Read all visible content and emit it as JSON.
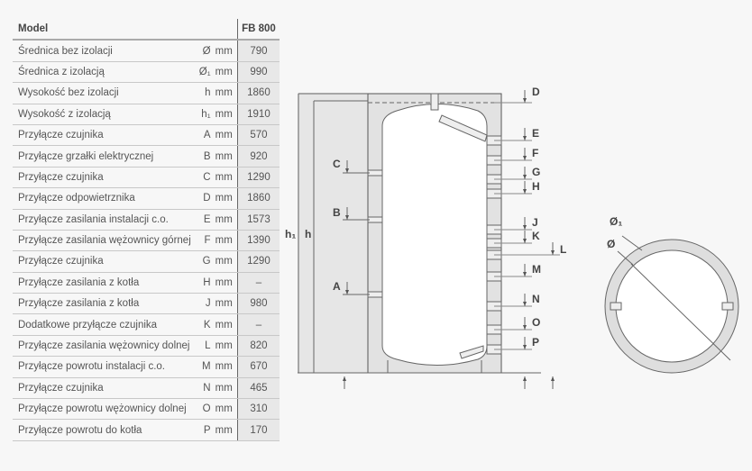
{
  "table": {
    "header": {
      "label": "Model",
      "value": "FB 800"
    },
    "rows": [
      {
        "label": "Średnica bez izolacji",
        "symbol": "Ø",
        "unit": "mm",
        "value": "790"
      },
      {
        "label": "Średnica z izolacją",
        "symbol": "Ø₁",
        "unit": "mm",
        "value": "990"
      },
      {
        "label": "Wysokość bez izolacji",
        "symbol": "h",
        "unit": "mm",
        "value": "1860"
      },
      {
        "label": "Wysokość z izolacją",
        "symbol": "h₁",
        "unit": "mm",
        "value": "1910"
      },
      {
        "label": "Przyłącze czujnika",
        "symbol": "A",
        "unit": "mm",
        "value": "570"
      },
      {
        "label": "Przyłącze grzałki elektrycznej",
        "symbol": "B",
        "unit": "mm",
        "value": "920"
      },
      {
        "label": "Przyłącze czujnika",
        "symbol": "C",
        "unit": "mm",
        "value": "1290"
      },
      {
        "label": "Przyłącze odpowietrznika",
        "symbol": "D",
        "unit": "mm",
        "value": "1860"
      },
      {
        "label": "Przyłącze zasilania instalacji c.o.",
        "symbol": "E",
        "unit": "mm",
        "value": "1573"
      },
      {
        "label": "Przyłącze zasilania wężownicy górnej",
        "symbol": "F",
        "unit": "mm",
        "value": "1390"
      },
      {
        "label": "Przyłącze czujnika",
        "symbol": "G",
        "unit": "mm",
        "value": "1290"
      },
      {
        "label": "Przyłącze zasilania z kotła",
        "symbol": "H",
        "unit": "mm",
        "value": "–"
      },
      {
        "label": "Przyłącze zasilania z kotła",
        "symbol": "J",
        "unit": "mm",
        "value": "980"
      },
      {
        "label": "Dodatkowe przyłącze czujnika",
        "symbol": "K",
        "unit": "mm",
        "value": "–"
      },
      {
        "label": "Przyłącze zasilania wężownicy dolnej",
        "symbol": "L",
        "unit": "mm",
        "value": "820"
      },
      {
        "label": "Przyłącze powrotu instalacji c.o.",
        "symbol": "M",
        "unit": "mm",
        "value": "670"
      },
      {
        "label": "Przyłącze czujnika",
        "symbol": "N",
        "unit": "mm",
        "value": "465"
      },
      {
        "label": "Przyłącze powrotu wężownicy dolnej",
        "symbol": "O",
        "unit": "mm",
        "value": "310"
      },
      {
        "label": "Przyłącze powrotu do kotła",
        "symbol": "P",
        "unit": "mm",
        "value": "170"
      }
    ]
  },
  "diagram": {
    "left_labels": [
      "C",
      "B",
      "A"
    ],
    "right_labels": [
      "D",
      "E",
      "F",
      "G",
      "H",
      "J",
      "K",
      "L",
      "M",
      "N",
      "O",
      "P"
    ],
    "height_labels": [
      "h₁",
      "h"
    ],
    "circle_labels": [
      "Ø₁",
      "Ø"
    ]
  }
}
